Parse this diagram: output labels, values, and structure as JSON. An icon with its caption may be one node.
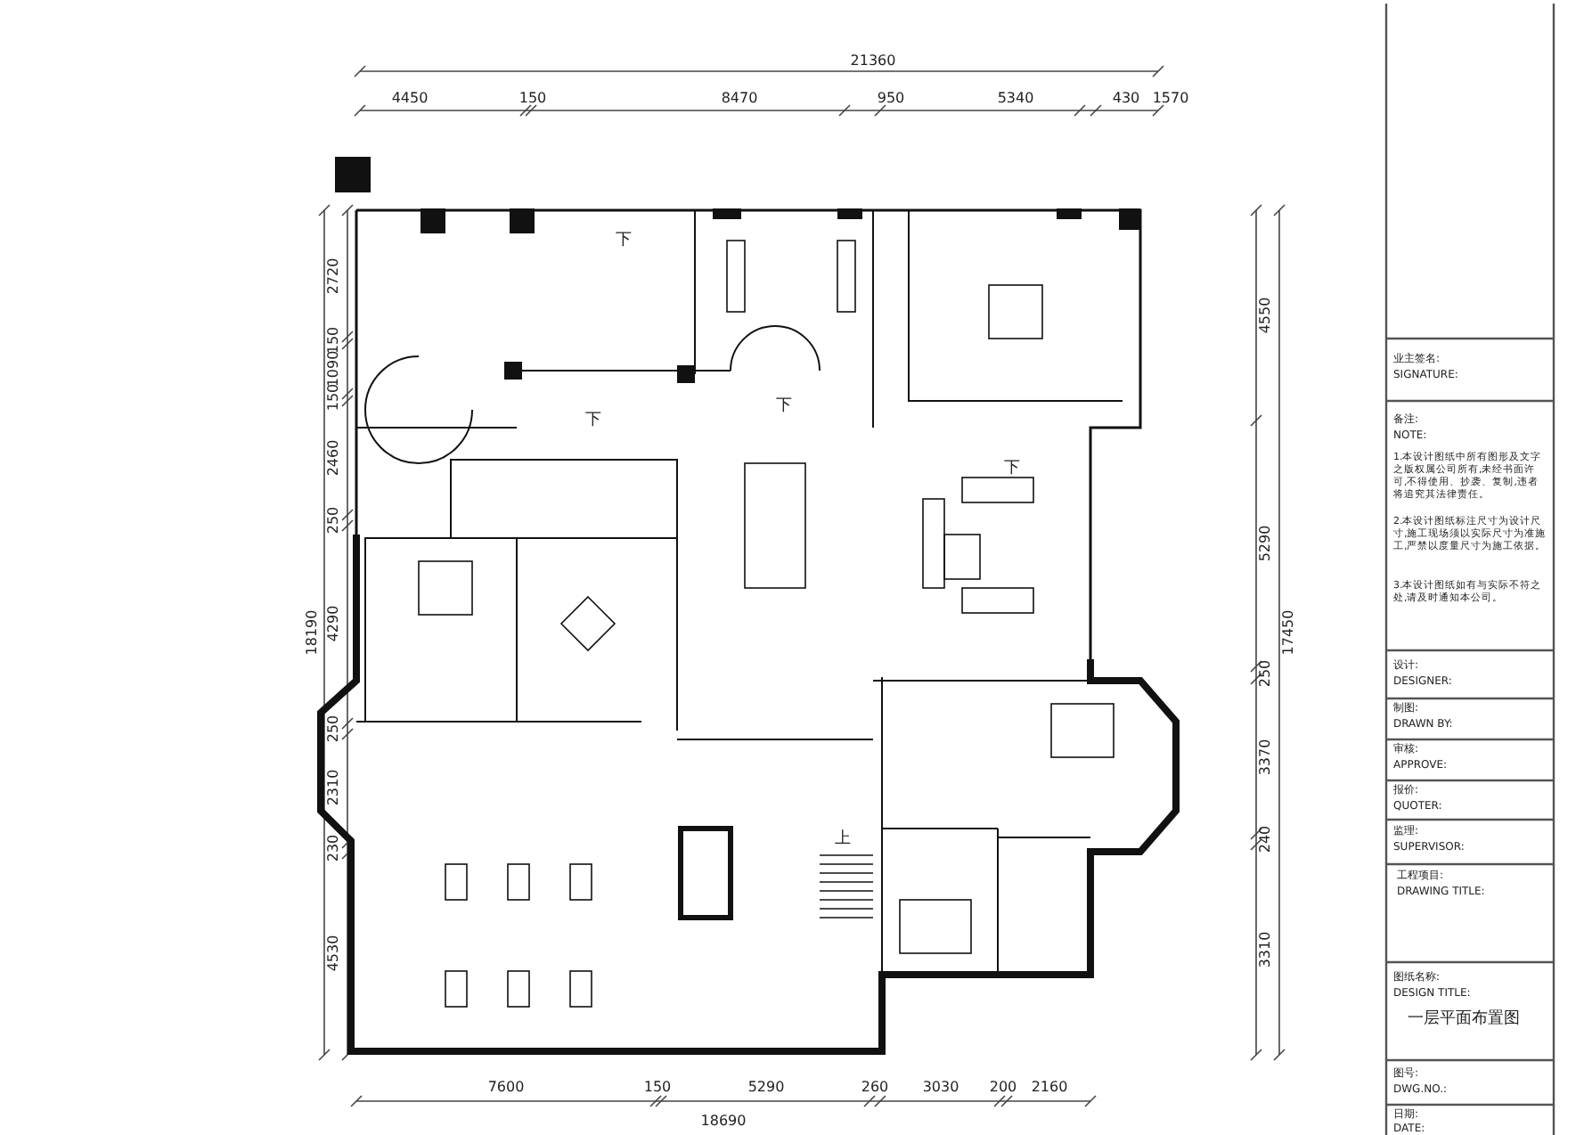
{
  "diagram": {
    "labels": [
      "21360",
      "4450",
      "150",
      "8470",
      "950",
      "5340",
      "430",
      "1570",
      "18190",
      "2720",
      "150",
      "1090",
      "150",
      "2460",
      "250",
      "4290",
      "250",
      "2310",
      "230",
      "4530",
      "17450",
      "4550",
      "5290",
      "250",
      "3370",
      "240",
      "3310",
      "7600",
      "150",
      "5290",
      "260",
      "3030",
      "200",
      "2160",
      "18690",
      "下",
      "下",
      "下",
      "下",
      "上",
      "业主签名:",
      "SIGNATURE:",
      "备注:",
      "NOTE:",
      "1.本设计图纸中所有图形及文字之版权属公司所有,未经书面许可,不得使用、抄袭、复制,违者将追究其法律责任。",
      "2.本设计图纸标注尺寸为设计尺寸,施工现场须以实际尺寸为准施工,严禁以度量尺寸为施工依据。",
      "3.本设计图纸如有与实际不符之处,请及时通知本公司。",
      "设计:",
      "DESIGNER:",
      "制图:",
      "DRAWN BY:",
      "审核:",
      "APPROVE:",
      "报价:",
      "QUOTER:",
      "监理:",
      "SUPERVISOR:",
      "工程项目:",
      "DRAWING TITLE:",
      "图纸名称:",
      "DESIGN TITLE:",
      "一层平面布置图",
      "图号:",
      "DWG.NO.:",
      "日期:",
      "DATE:"
    ]
  }
}
